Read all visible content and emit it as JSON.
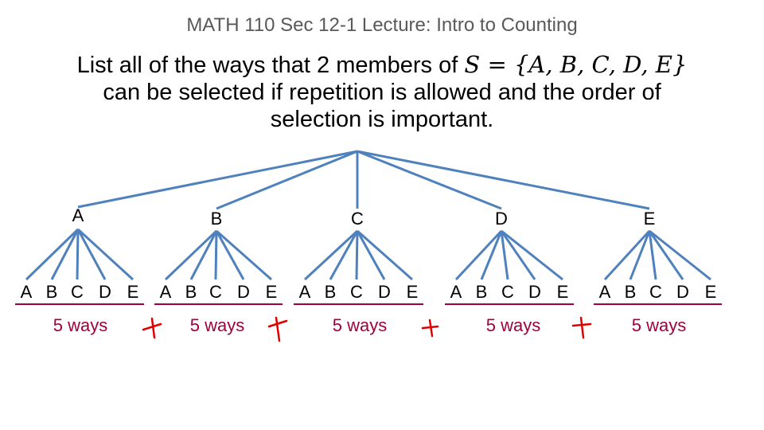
{
  "header": "MATH 110 Sec 12-1 Lecture: Intro to Counting",
  "question": {
    "line1_text": "List all of the ways that 2 members of ",
    "line1_math": "S = {A, B, C, D, E}",
    "line2": "can be selected if repetition is allowed and the order of",
    "line3": "selection is important."
  },
  "tree": {
    "first_level": [
      "A",
      "B",
      "C",
      "D",
      "E"
    ],
    "second_level": [
      "A",
      "B",
      "C",
      "D",
      "E"
    ],
    "group_counts": [
      "5 ways",
      "5 ways",
      "5 ways",
      "5 ways",
      "5 ways"
    ]
  },
  "colors": {
    "branch": "#4f81bd",
    "underline": "#a0003c",
    "annotation": "#e00000",
    "ways_text": "#a0003c"
  }
}
